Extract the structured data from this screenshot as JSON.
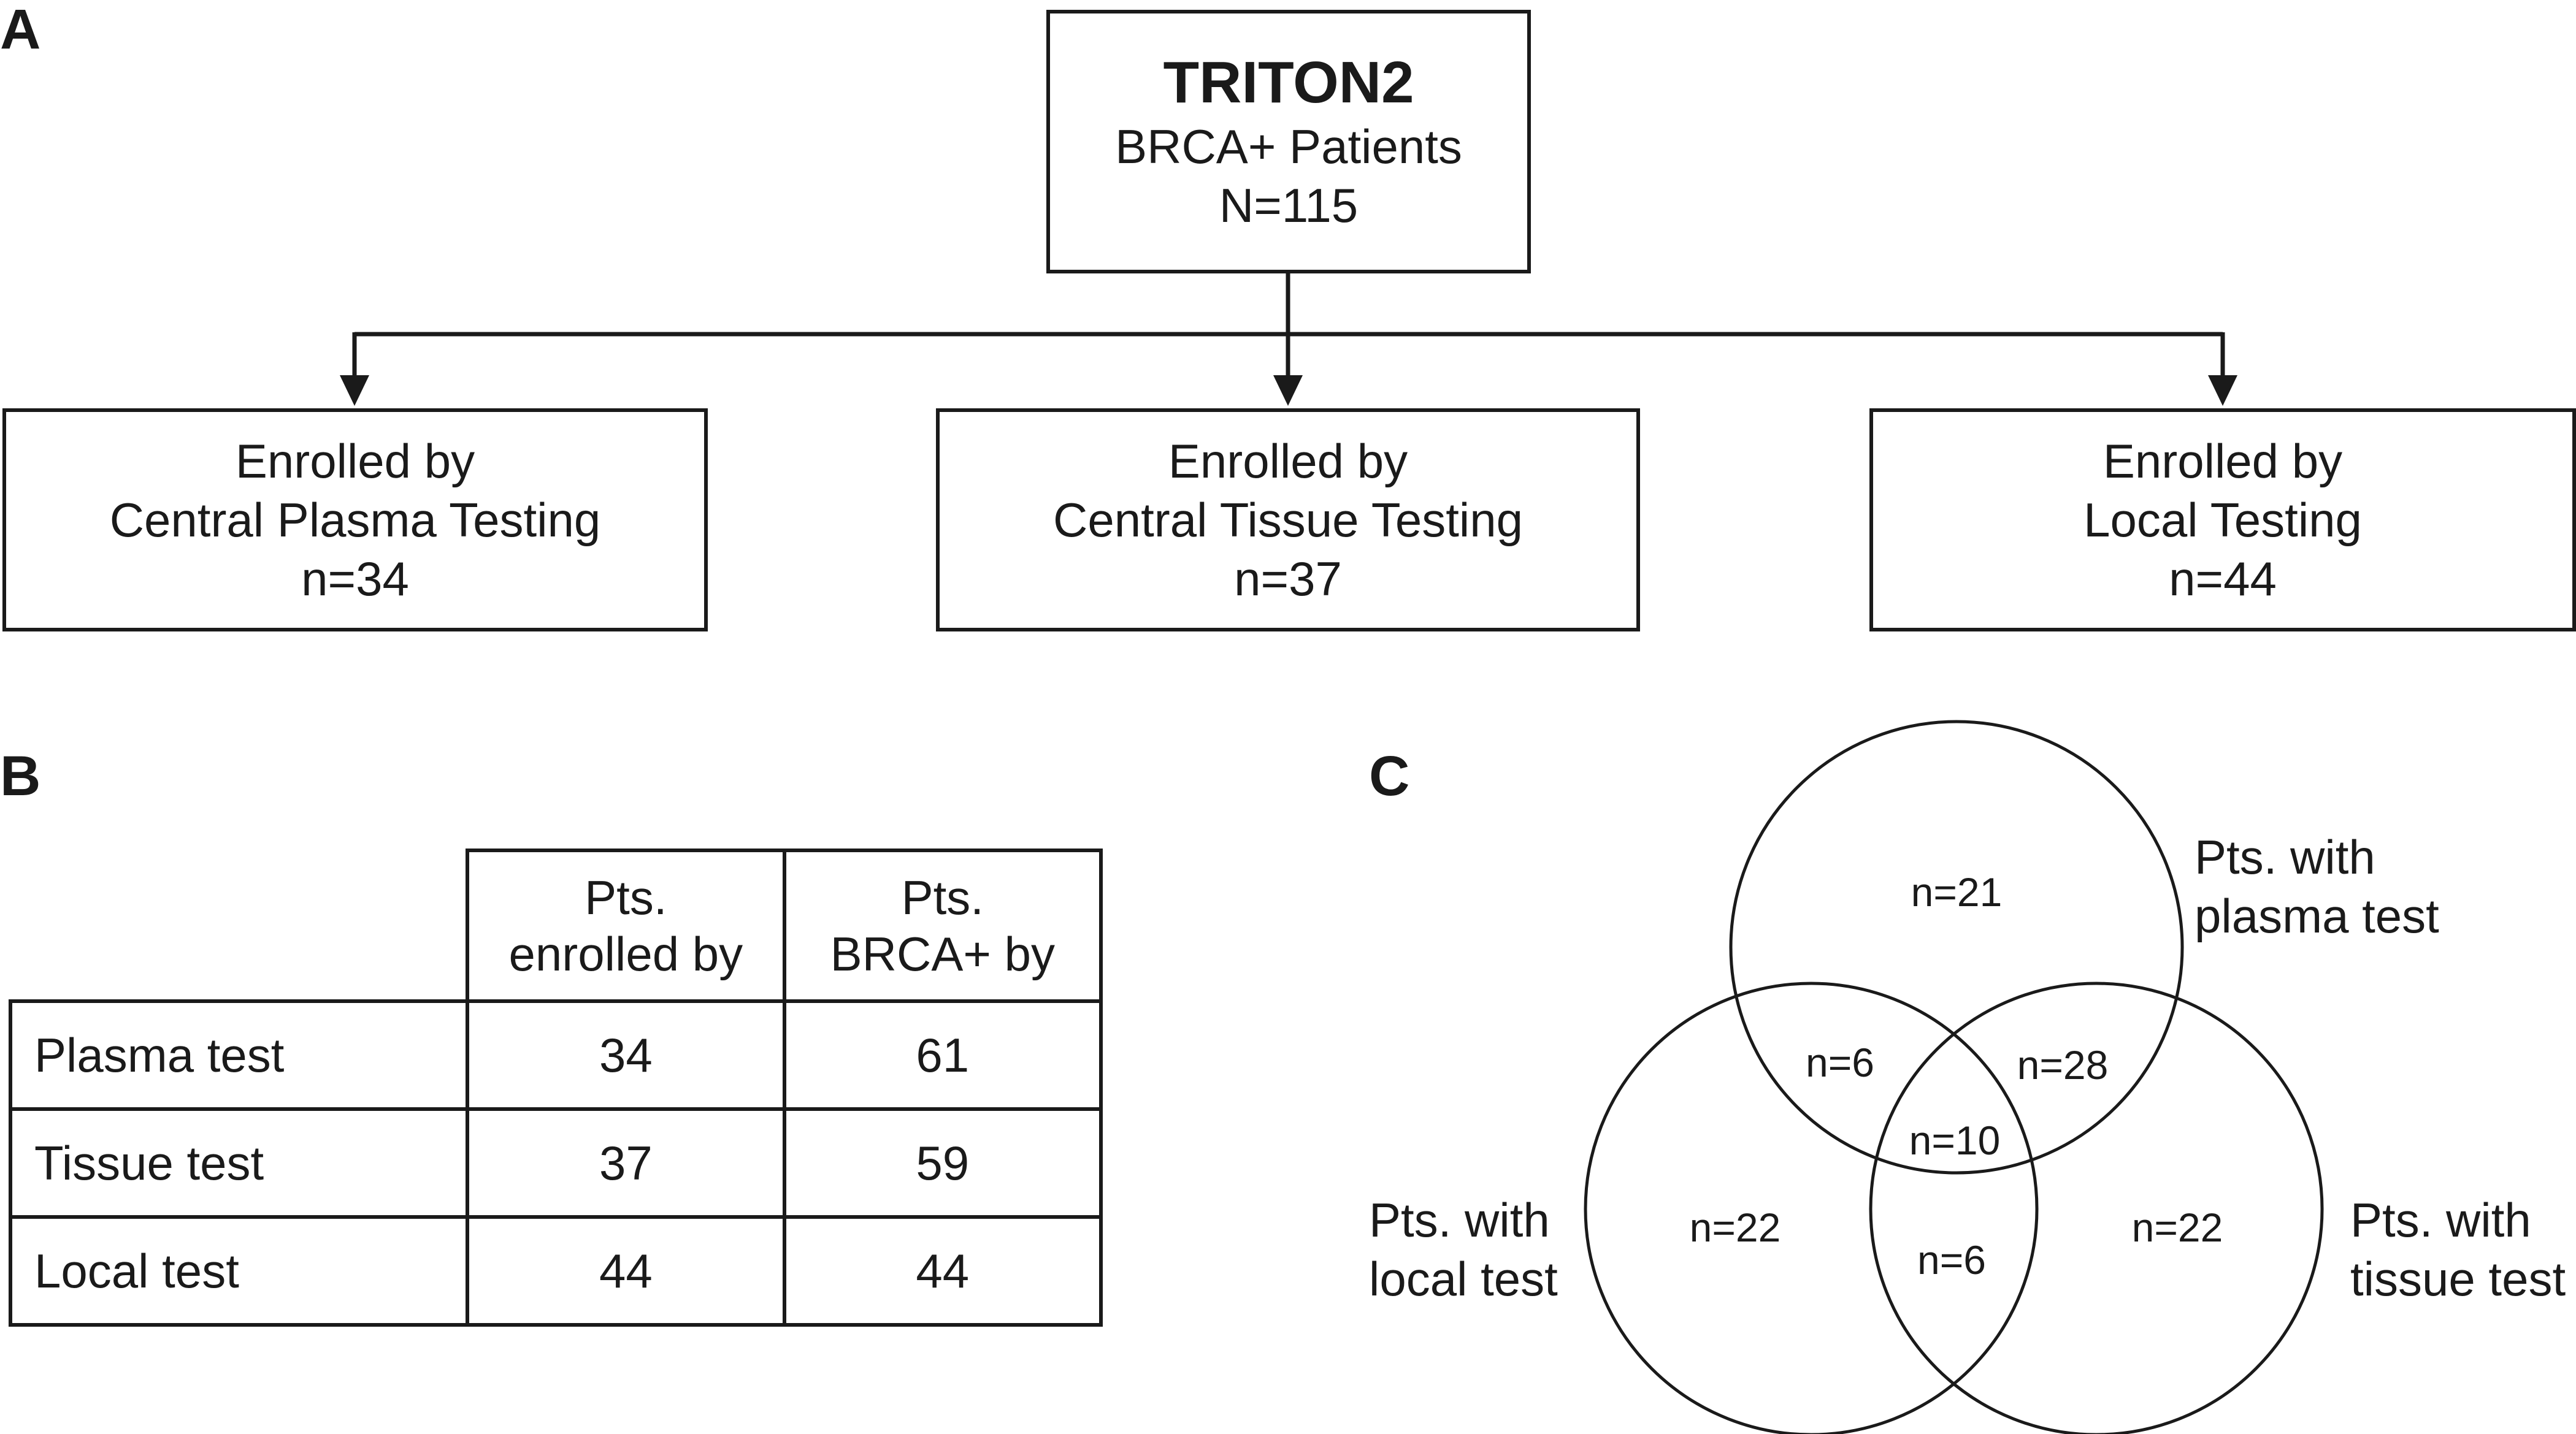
{
  "panels": {
    "a": "A",
    "b": "B",
    "c": "C"
  },
  "flow": {
    "top": {
      "title": "TRITON2",
      "line2": "BRCA+ Patients",
      "line3": "N=115"
    },
    "boxes": [
      {
        "line1": "Enrolled by",
        "line2": "Central Plasma Testing",
        "line3": "n=34"
      },
      {
        "line1": "Enrolled by",
        "line2": "Central Tissue Testing",
        "line3": "n=37"
      },
      {
        "line1": "Enrolled by",
        "line2": "Local Testing",
        "line3": "n=44"
      }
    ]
  },
  "table": {
    "headers": [
      "",
      "Pts. enrolled by",
      "Pts. BRCA+ by"
    ],
    "header_line1": [
      "Pts.",
      "Pts."
    ],
    "header_line2": [
      "enrolled by",
      "BRCA+ by"
    ],
    "rows": [
      {
        "label": "Plasma test",
        "enrolled": "34",
        "brca": "61"
      },
      {
        "label": "Tissue test",
        "enrolled": "37",
        "brca": "59"
      },
      {
        "label": "Local test",
        "enrolled": "44",
        "brca": "44"
      }
    ]
  },
  "venn": {
    "sets": {
      "plasma": {
        "line1": "Pts. with",
        "line2": "plasma test"
      },
      "local": {
        "line1": "Pts. with",
        "line2": "local test"
      },
      "tissue": {
        "line1": "Pts. with",
        "line2": "tissue test"
      }
    },
    "regions": {
      "plasma_only": "n=21",
      "plasma_local": "n=6",
      "plasma_tissue": "n=28",
      "all_three": "n=10",
      "local_only": "n=22",
      "tissue_only": "n=22",
      "local_tissue": "n=6"
    }
  }
}
